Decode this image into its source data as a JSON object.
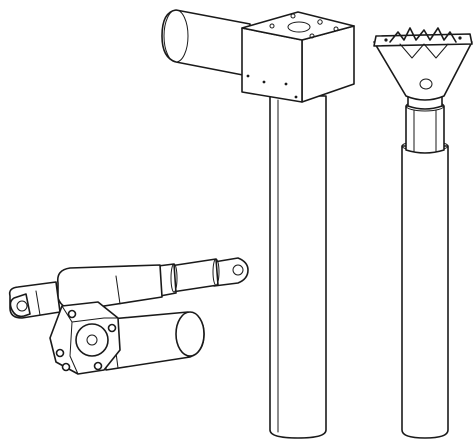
{
  "figure": {
    "items": [
      {
        "name": "motor-driven-linear-actuator",
        "icon": "actuator-icon"
      },
      {
        "name": "column-with-square-mounting-block",
        "icon": "column-icon"
      },
      {
        "name": "column-with-cone-top",
        "icon": "column-icon"
      }
    ],
    "colors": {
      "line": "#1a1a1a",
      "background": "#ffffff"
    }
  }
}
